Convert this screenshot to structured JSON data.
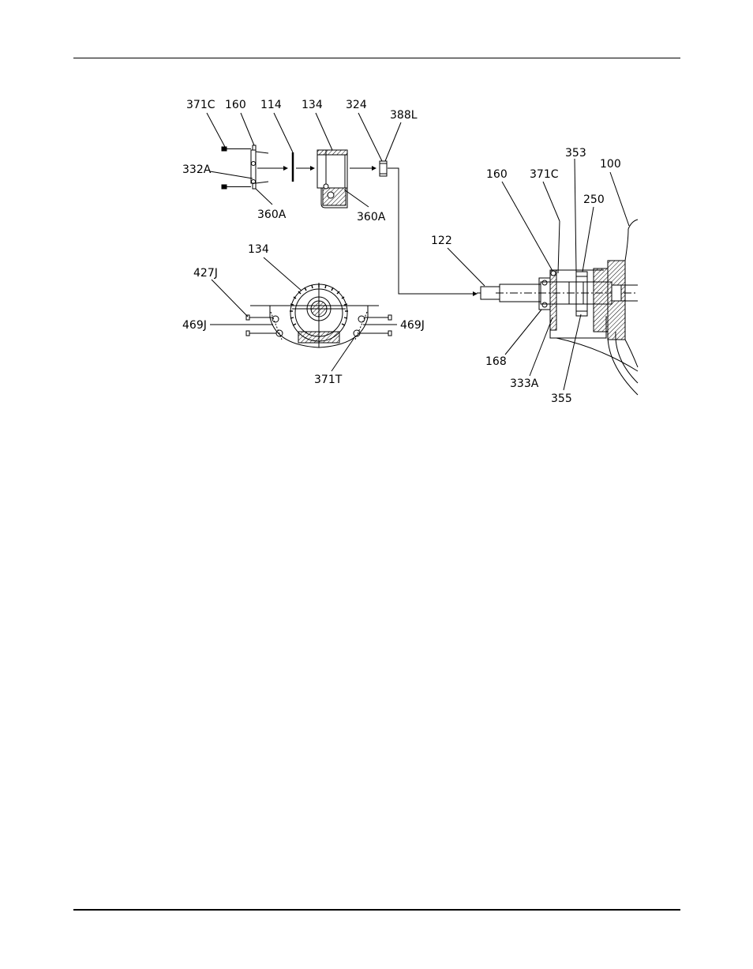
{
  "callouts": {
    "a_371c": "371C",
    "a_160": "160",
    "a_114": "114",
    "a_134": "134",
    "a_324": "324",
    "a_388l": "388L",
    "a_332a": "332A",
    "a_360a_1": "360A",
    "a_360a_2": "360A",
    "b_134": "134",
    "b_427j": "427J",
    "b_469j_left": "469J",
    "b_469j_right": "469J",
    "b_371t": "371T",
    "c_353": "353",
    "c_100": "100",
    "c_160": "160",
    "c_371c": "371C",
    "c_250": "250",
    "c_122": "122",
    "c_168": "168",
    "c_333a": "333A",
    "c_355": "355"
  }
}
